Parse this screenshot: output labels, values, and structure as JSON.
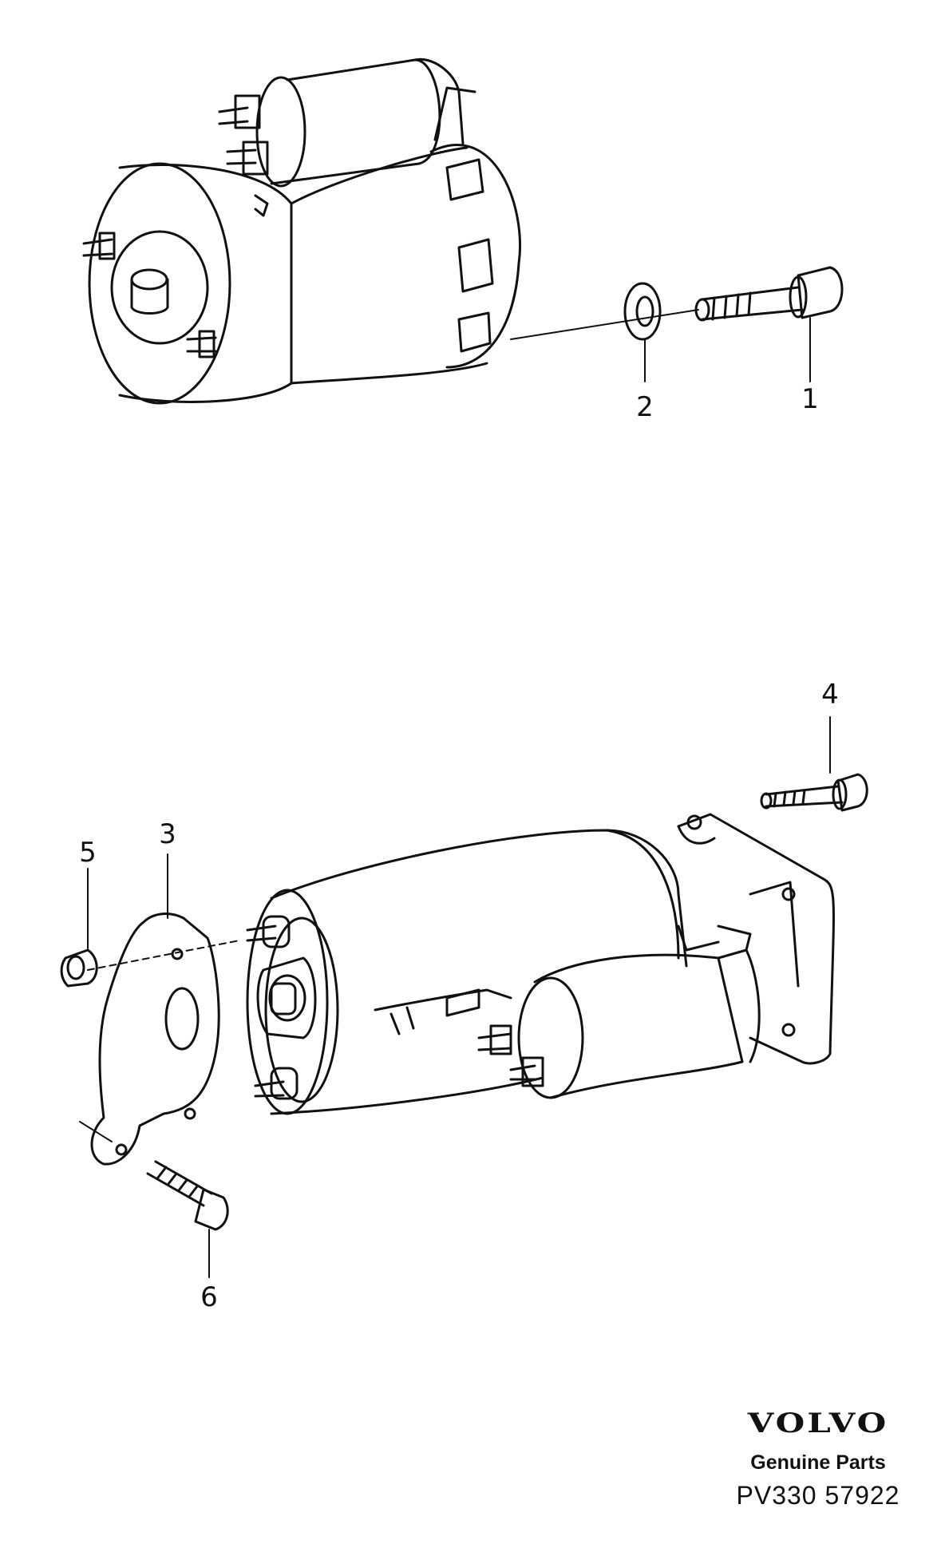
{
  "callouts": {
    "c1": "1",
    "c2": "2",
    "c3": "3",
    "c4": "4",
    "c5": "5",
    "c6": "6"
  },
  "brand": {
    "logo": "VOLVO",
    "subtitle": "Genuine Parts",
    "code": "PV330 57922"
  },
  "colors": {
    "line": "#111111",
    "background": "#ffffff"
  }
}
